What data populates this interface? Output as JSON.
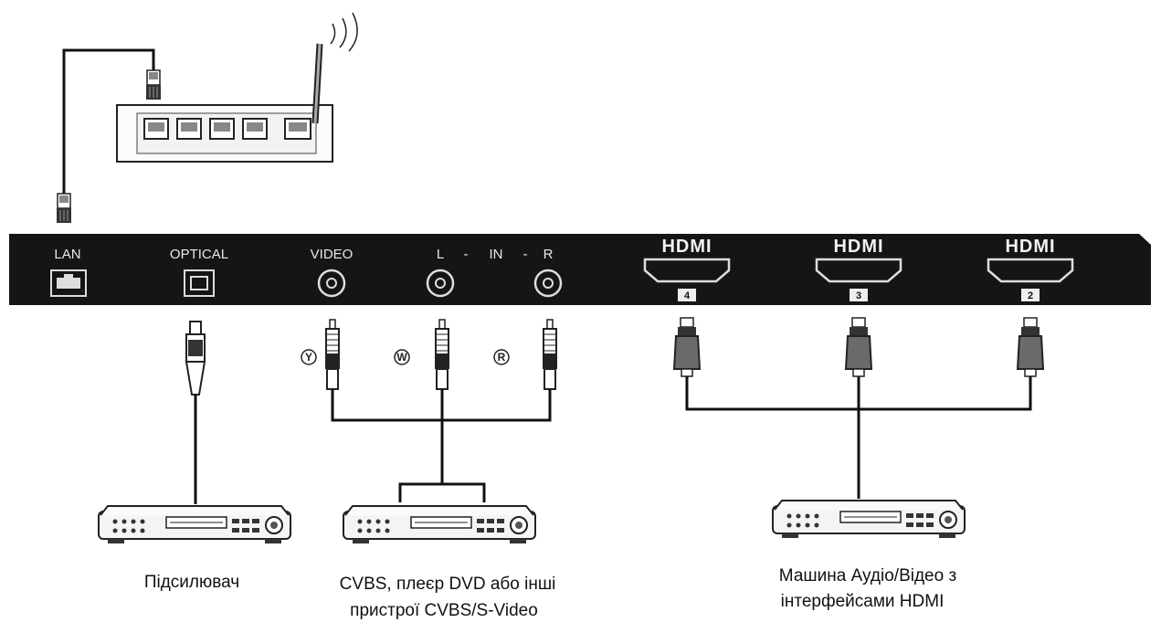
{
  "panel": {
    "ports": {
      "lan": "LAN",
      "optical": "OPTICAL",
      "video": "VIDEO",
      "audio_l": "L",
      "audio_sep1": "-",
      "audio_in": "IN",
      "audio_sep2": "-",
      "audio_r": "R"
    },
    "hdmi": [
      {
        "logo": "HDMI",
        "number": "4"
      },
      {
        "logo": "HDMI",
        "number": "3"
      },
      {
        "logo": "HDMI",
        "number": "2"
      }
    ]
  },
  "rca_marks": {
    "yellow": "Y",
    "white": "W",
    "red": "R"
  },
  "devices": {
    "amplifier": {
      "line1": "Підсилювач"
    },
    "cvbs_player": {
      "line1": "CVBS, плеєр DVD або інші",
      "line2": "пристрої CVBS/S-Video"
    },
    "hdmi_machine": {
      "line1": "Машина Аудіо/Відео з",
      "line2": "інтерфейсами HDMI"
    }
  },
  "colors": {
    "panel": "#151515",
    "line": "#111111",
    "background": "#ffffff"
  }
}
